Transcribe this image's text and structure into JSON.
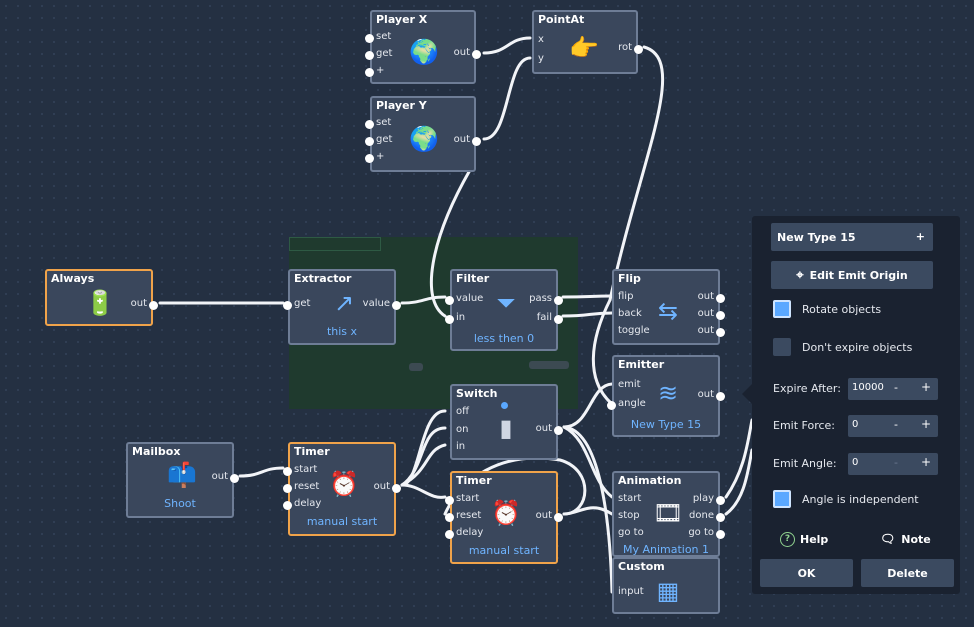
{
  "nodes": {
    "player_x": {
      "title": "Player X",
      "ports_in": [
        "set",
        "get",
        "+"
      ],
      "ports_out": [
        "out"
      ],
      "icon": "🌍"
    },
    "player_y": {
      "title": "Player Y",
      "ports_in": [
        "set",
        "get",
        "+"
      ],
      "ports_out": [
        "out"
      ],
      "icon": "🌍"
    },
    "point_at": {
      "title": "PointAt",
      "ports_in": [
        "x",
        "y"
      ],
      "ports_out": [
        "rot"
      ],
      "icon": "👉"
    },
    "always": {
      "title": "Always",
      "ports_out": [
        "out"
      ],
      "icon": "🔋"
    },
    "extractor": {
      "title": "Extractor",
      "ports_in": [
        "get"
      ],
      "ports_out": [
        "value"
      ],
      "icon": "↗",
      "subtitle": "this x"
    },
    "filter": {
      "title": "Filter",
      "ports_in": [
        "value",
        "in"
      ],
      "ports_out": [
        "pass",
        "fail"
      ],
      "icon": "⏷",
      "subtitle": "less then 0"
    },
    "flip": {
      "title": "Flip",
      "ports_in": [
        "flip",
        "back",
        "toggle"
      ],
      "ports_out": [
        "out",
        "out",
        "out"
      ],
      "icon": "⇆"
    },
    "emitter": {
      "title": "Emitter",
      "ports_in": [
        "emit",
        "angle"
      ],
      "ports_out": [
        "out"
      ],
      "icon": "≋",
      "subtitle": "New Type 15"
    },
    "switch": {
      "title": "Switch",
      "ports_in": [
        "off",
        "on",
        "in"
      ],
      "ports_out": [
        "out"
      ],
      "icon": "▮"
    },
    "mailbox": {
      "title": "Mailbox",
      "ports_out": [
        "out"
      ],
      "icon": "📫",
      "subtitle": "Shoot"
    },
    "timer1": {
      "title": "Timer",
      "ports_in": [
        "start",
        "reset",
        "delay"
      ],
      "ports_out": [
        "out"
      ],
      "icon": "⏰",
      "subtitle": "manual start"
    },
    "timer2": {
      "title": "Timer",
      "ports_in": [
        "start",
        "reset",
        "delay"
      ],
      "ports_out": [
        "out"
      ],
      "icon": "⏰",
      "subtitle": "manual start"
    },
    "animation": {
      "title": "Animation",
      "ports_in": [
        "start",
        "stop",
        "go to"
      ],
      "ports_out": [
        "play",
        "done",
        "go to"
      ],
      "icon": "🎞",
      "subtitle": "My Animation 1"
    },
    "custom": {
      "title": "Custom",
      "ports_in": [
        "input"
      ],
      "icon": "▦"
    }
  },
  "panel": {
    "type_select": "New Type 15",
    "type_select_plus": "+",
    "edit_origin": "Edit Emit Origin",
    "rotate_objects": {
      "label": "Rotate objects",
      "checked": true
    },
    "dont_expire": {
      "label": "Don't expire objects",
      "checked": false
    },
    "expire_after": {
      "label": "Expire After:",
      "value": "10000"
    },
    "emit_force": {
      "label": "Emit Force:",
      "value": "0"
    },
    "emit_angle": {
      "label": "Emit Angle:",
      "value": "0"
    },
    "decrement": "-",
    "increment": "+",
    "angle_independent": {
      "label": "Angle is independent",
      "checked": true
    },
    "help": "Help",
    "note": "Note",
    "ok": "OK",
    "delete": "Delete"
  },
  "colors": {
    "accent": "#5aa8ff",
    "selected_border": "#f0a34a",
    "node_bg": "#3a475c",
    "canvas": "#243042"
  }
}
